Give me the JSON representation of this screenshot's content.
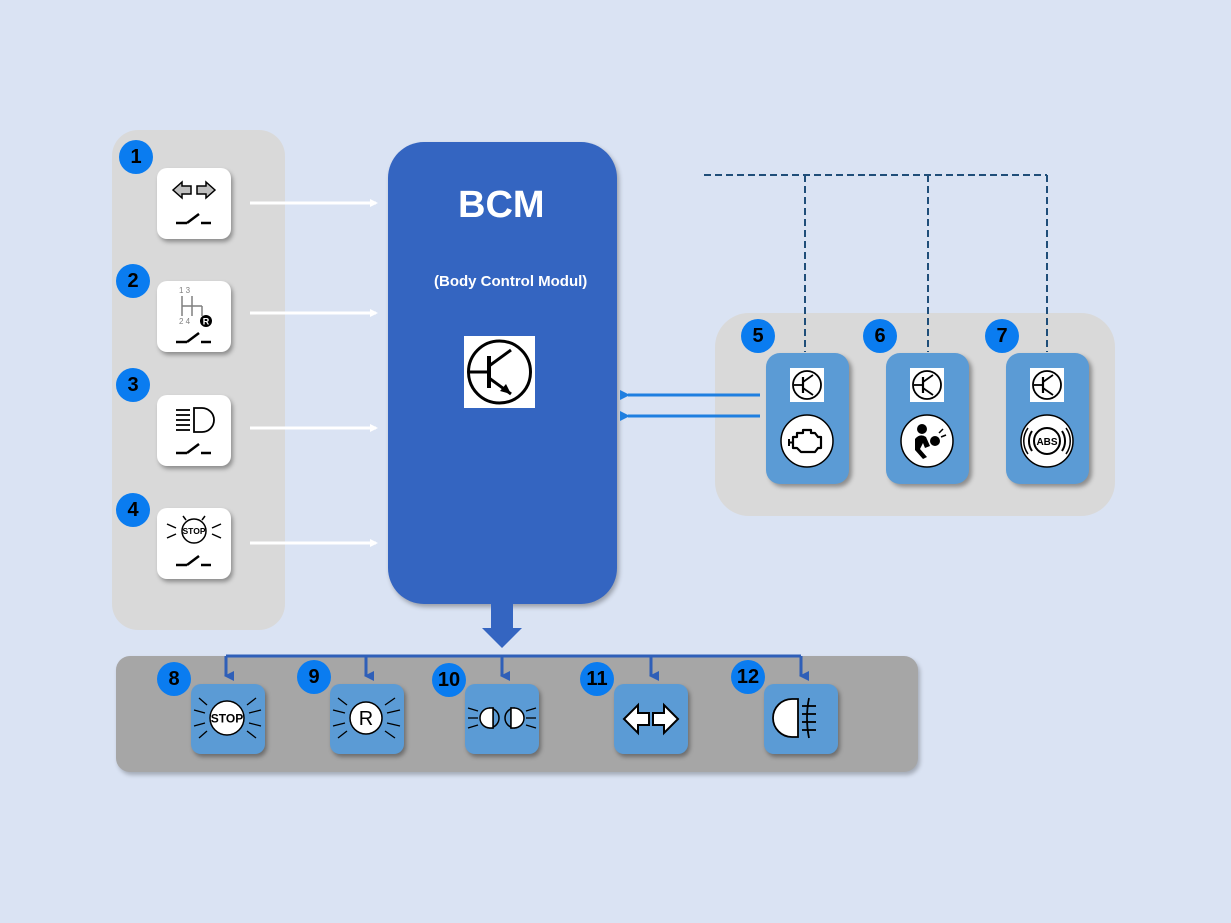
{
  "bcm": {
    "title": "BCM",
    "subtitle": "(Body Control Modul)"
  },
  "inputs": [
    {
      "number": "1",
      "icon": "turn-signal-switch-icon"
    },
    {
      "number": "2",
      "icon": "reverse-gear-switch-icon"
    },
    {
      "number": "3",
      "icon": "headlight-switch-icon"
    },
    {
      "number": "4",
      "icon": "brake-light-switch-icon"
    }
  ],
  "input_icon_text": {
    "gear_top": "1 3",
    "gear_bottom": "2 4",
    "gear_reverse": "R",
    "stop": "STOP"
  },
  "ecus": [
    {
      "number": "5",
      "icon": "engine-check-icon"
    },
    {
      "number": "6",
      "icon": "airbag-icon"
    },
    {
      "number": "7",
      "icon": "abs-icon"
    }
  ],
  "ecu_icon_text": {
    "abs": "ABS"
  },
  "outputs": [
    {
      "number": "8",
      "icon": "stop-lamp-icon",
      "text": "STOP"
    },
    {
      "number": "9",
      "icon": "reverse-lamp-icon",
      "text": "R"
    },
    {
      "number": "10",
      "icon": "parking-light-icon"
    },
    {
      "number": "11",
      "icon": "turn-indicator-icon"
    },
    {
      "number": "12",
      "icon": "fog-light-icon"
    }
  ],
  "colors": {
    "background": "#dae3f3",
    "bcm_blue": "#3465c1",
    "card_blue": "#5b9bd5",
    "badge_blue": "#0a7cf0",
    "panel_gray": "#d9d9d9",
    "output_panel_gray": "#a6a6a6",
    "bus_line": "#1f4e79",
    "signal_arrow": "#1f7fe0"
  }
}
